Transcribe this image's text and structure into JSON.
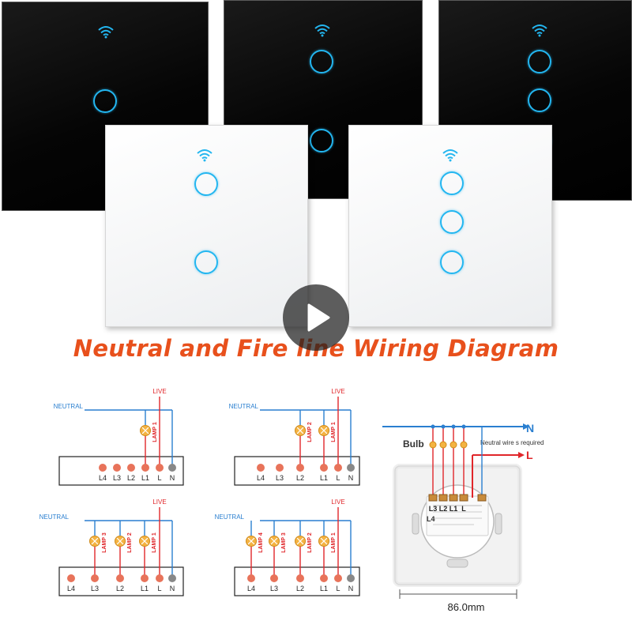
{
  "title": "Neutral and Fire line Wiring Diagram",
  "video": {
    "play_icon": "play-icon"
  },
  "colors": {
    "accent_title": "#e8501c",
    "neutral_line": "#2a7fd0",
    "live_line": "#e0262a",
    "ring": "#23b6f0",
    "lamp": "#f4b342",
    "terminal": "#e8735a"
  },
  "diagrams": [
    {
      "neutral": "NEUTRAL",
      "live": "LIVE",
      "lamps": [
        "LAMP 1"
      ],
      "terminals": [
        "L4",
        "L3",
        "L2",
        "L1",
        "L",
        "N"
      ]
    },
    {
      "neutral": "NEUTRAL",
      "live": "LIVE",
      "lamps": [
        "LAMP 2",
        "LAMP 1"
      ],
      "terminals": [
        "L4",
        "L3",
        "L2",
        "L1",
        "L",
        "N"
      ]
    },
    {
      "neutral": "NEUTRAL",
      "live": "LIVE",
      "lamps": [
        "LAMP 3",
        "LAMP 2",
        "LAMP 1"
      ],
      "terminals": [
        "L4",
        "L3",
        "L2",
        "L1",
        "L",
        "N"
      ]
    },
    {
      "neutral": "NEUTRAL",
      "live": "LIVE",
      "lamps": [
        "LAMP 4",
        "LAMP 3",
        "LAMP 2",
        "LAMP 1"
      ],
      "terminals": [
        "L4",
        "L3",
        "L2",
        "L1",
        "L",
        "N"
      ]
    }
  ],
  "device": {
    "n_label": "N",
    "l_label": "L",
    "bulb_label": "Bulb",
    "neutral_note": "Neutral wire s required",
    "back_terminals": [
      "L3",
      "L2",
      "L1",
      "L"
    ],
    "back_left": "L4",
    "dimension": "86.0mm"
  }
}
